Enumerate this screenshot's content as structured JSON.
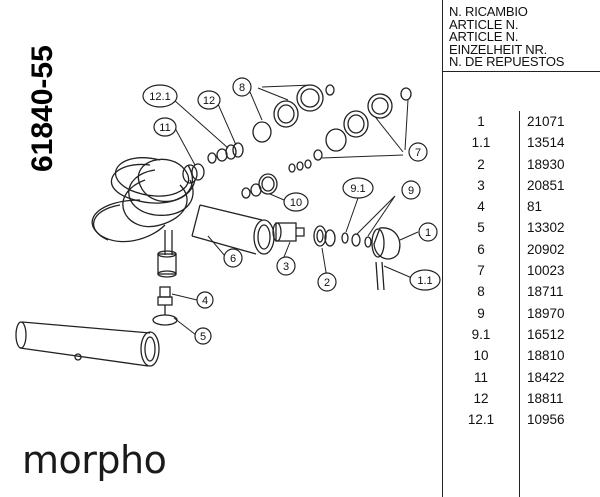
{
  "product": {
    "code": "61840-55",
    "brand": "morpho"
  },
  "table": {
    "header": [
      "N. RICAMBIO",
      "ARTICLE N.",
      "ARTICLE N.",
      "EINZELHEIT NR.",
      "N. DE REPUESTOS"
    ],
    "rows": [
      {
        "pos": "1",
        "art": "21071"
      },
      {
        "pos": "1.1",
        "art": "13514"
      },
      {
        "pos": "2",
        "art": "18930"
      },
      {
        "pos": "3",
        "art": "20851"
      },
      {
        "pos": "4",
        "art": "81"
      },
      {
        "pos": "5",
        "art": "13302"
      },
      {
        "pos": "6",
        "art": "20902"
      },
      {
        "pos": "7",
        "art": "10023"
      },
      {
        "pos": "8",
        "art": "18711"
      },
      {
        "pos": "9",
        "art": "18970"
      },
      {
        "pos": "9.1",
        "art": "16512"
      },
      {
        "pos": "10",
        "art": "18810"
      },
      {
        "pos": "11",
        "art": "18422"
      },
      {
        "pos": "12",
        "art": "18811"
      },
      {
        "pos": "12.1",
        "art": "10956"
      }
    ]
  },
  "callouts": [
    "12.1",
    "12",
    "8",
    "11",
    "7",
    "10",
    "9.1",
    "9",
    "1",
    "6",
    "3",
    "2",
    "1.1",
    "4",
    "5"
  ]
}
